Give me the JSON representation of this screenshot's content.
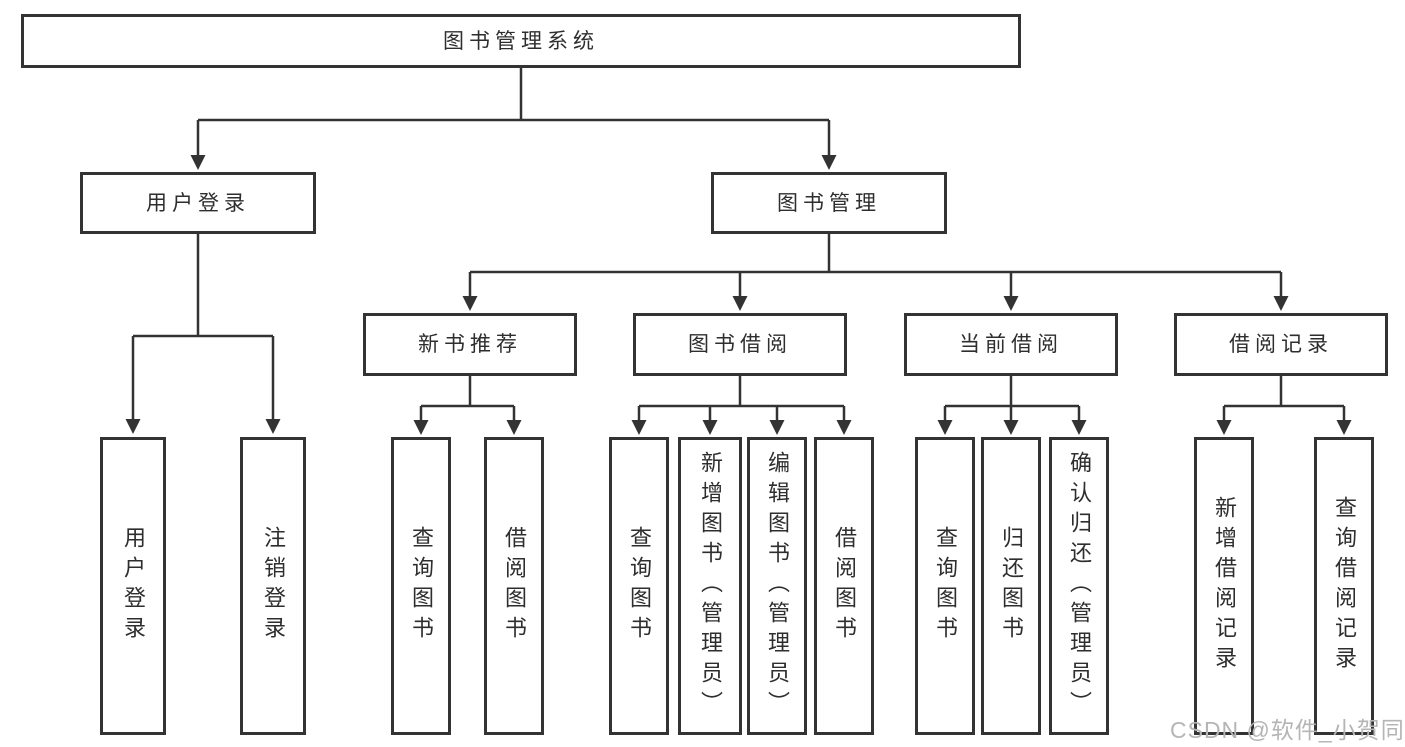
{
  "diagram_title": "图书管理系统",
  "nodes": {
    "root": "图书管理系统",
    "level1": [
      "用户登录",
      "图书管理"
    ],
    "level2": [
      "新书推荐",
      "图书借阅",
      "当前借阅",
      "借阅记录"
    ],
    "leaves_user_login": [
      "用户登录",
      "注销登录"
    ],
    "leaves_new_book": [
      "查询图书",
      "借阅图书"
    ],
    "leaves_book_borrow": [
      "查询图书",
      "新增图书（管理员）",
      "编辑图书（管理员）",
      "借阅图书"
    ],
    "leaves_current_borrow": [
      "查询图书",
      "归还图书",
      "确认归还（管理员）"
    ],
    "leaves_borrow_records": [
      "新增借阅记录",
      "查询借阅记录"
    ]
  },
  "watermark": "CSDN @软件_小贺同学",
  "colors": {
    "line": "#333333",
    "text": "#2e2e2e",
    "watermark": "#b5b5b5",
    "bg": "#ffffff"
  }
}
